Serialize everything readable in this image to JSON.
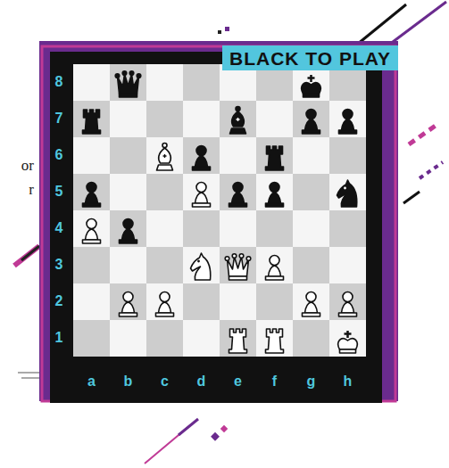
{
  "diagram": {
    "title": "BLACK TO PLAY",
    "labels": [
      "8",
      "7",
      "or",
      "6",
      "r",
      "5",
      "4",
      "3",
      "2",
      "1",
      "a",
      "b",
      "c",
      "d",
      "e",
      "f",
      "g",
      "h"
    ]
  }
}
